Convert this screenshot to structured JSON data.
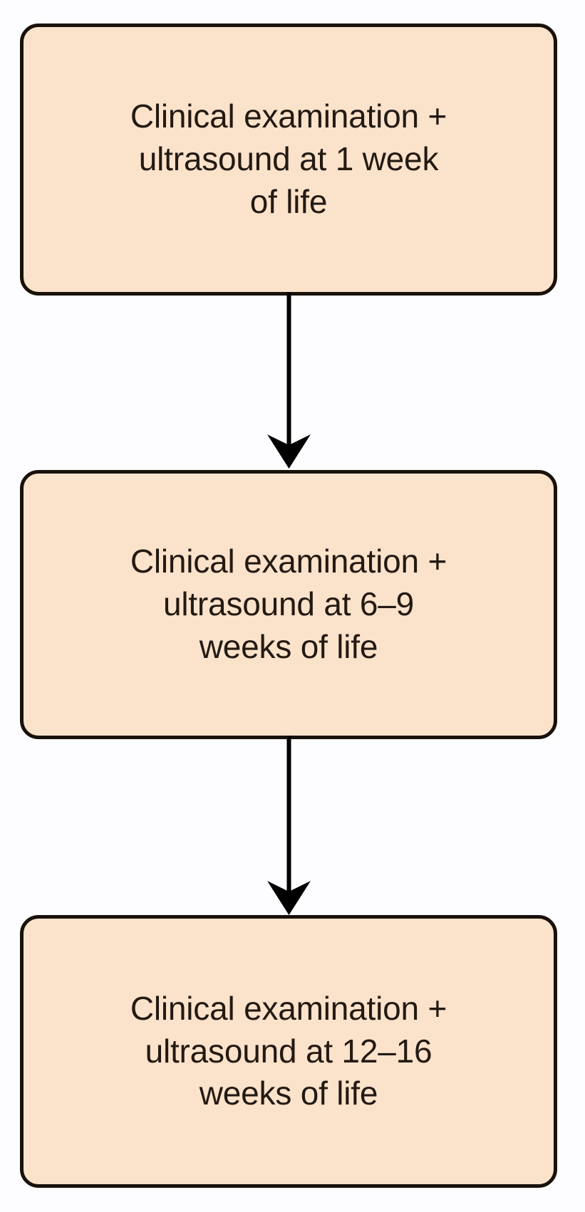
{
  "diagram": {
    "title": "Hip ultrasound surveillance schedule flowchart",
    "orientation": "top-to-bottom",
    "background_color": "#ffffff",
    "node_fill_color": "#fbe2cb",
    "node_border_color": "#19110a",
    "node_text_color": "#231a12",
    "connector_color": "#000000",
    "nodes": [
      {
        "id": "node-1",
        "shape": "rounded-rectangle",
        "text": "Clinical examination +\nultrasound at 1 week\nof life",
        "lines": [
          "Clinical examination +",
          "ultrasound at 1 week",
          "of life"
        ]
      },
      {
        "id": "node-2",
        "shape": "rounded-rectangle",
        "text": "Clinical examination +\nultrasound at 6–9\nweeks of life",
        "lines": [
          "Clinical examination +",
          "ultrasound at 6–9",
          "weeks of life"
        ]
      },
      {
        "id": "node-3",
        "shape": "rounded-rectangle",
        "text": "Clinical examination +\nultrasound at 12–16\nweeks of life",
        "lines": [
          "Clinical examination +",
          "ultrasound at 12–16",
          "weeks of life"
        ]
      }
    ],
    "connectors": [
      {
        "id": "connector-1",
        "from": "node-1",
        "to": "node-2",
        "style": "solid-line-with-barbed-arrowhead",
        "label": ""
      },
      {
        "id": "connector-2",
        "from": "node-2",
        "to": "node-3",
        "style": "solid-line-with-barbed-arrowhead",
        "label": ""
      }
    ]
  }
}
